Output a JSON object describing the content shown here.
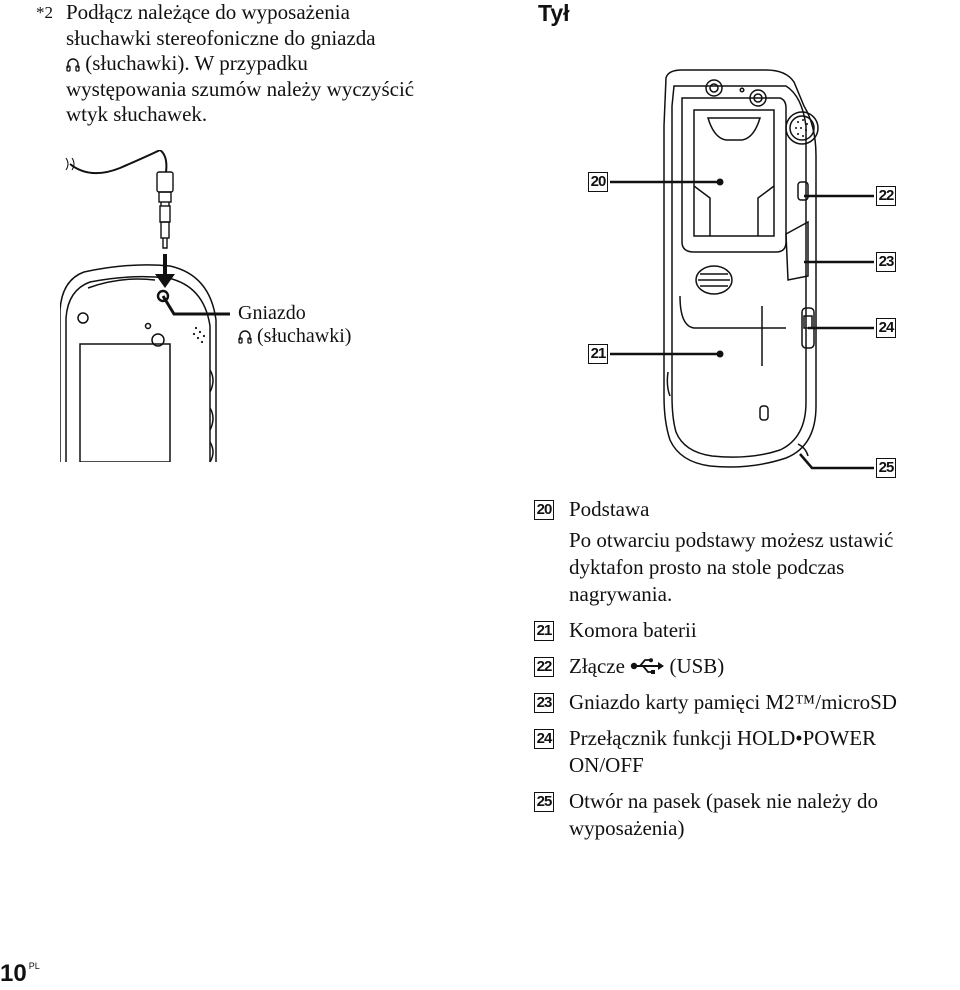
{
  "note": {
    "mark": "*2",
    "line1": "Podłącz należące do wyposażenia",
    "line2": "słuchawki stereofoniczne do gniazda",
    "line3_after_icon": " (słuchawki). W przypadku",
    "line4": "występowania szumów należy wyczyścić",
    "line5": "wtyk słuchawek."
  },
  "section_title": "Tył",
  "jack_label": {
    "line1": "Gniazdo",
    "line2_after_icon": " (słuchawki)"
  },
  "callouts": [
    "20",
    "21",
    "22",
    "23",
    "24",
    "25"
  ],
  "legend": [
    {
      "num": "20",
      "title": "Podstawa",
      "desc": [
        "Po otwarciu podstawy możesz ustawić",
        "dyktafon prosto na stole podczas",
        "nagrywania."
      ]
    },
    {
      "num": "21",
      "title": "Komora baterii"
    },
    {
      "num": "22",
      "title_before_icon": "Złącze ",
      "title_after_icon": " (USB)"
    },
    {
      "num": "23",
      "title": "Gniazdo karty pamięci M2™/microSD"
    },
    {
      "num": "24",
      "title": "Przełącznik funkcji HOLD•POWER",
      "title_line2": "ON/OFF"
    },
    {
      "num": "25",
      "title": "Otwór na pasek (pasek nie należy do",
      "title_line2": "wyposażenia)"
    }
  ],
  "page": {
    "number": "10",
    "lang": "PL"
  },
  "icons": {
    "headphone": "headphone-icon",
    "usb": "usb-icon"
  }
}
